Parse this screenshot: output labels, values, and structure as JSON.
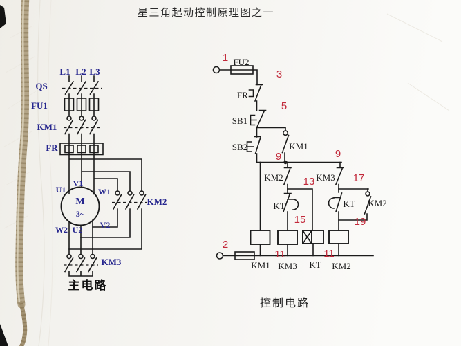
{
  "title": "星三角起动控制原理图之一",
  "main_circuit": {
    "caption": "主电路",
    "phase_labels": [
      "L1",
      "L2",
      "L3"
    ],
    "switch_label": "QS",
    "fuse_label": "FU1",
    "contactor_main_label": "KM1",
    "thermal_relay_label": "FR",
    "motor_letter": "M",
    "motor_phase": "3~",
    "terminal_u1": "U1",
    "terminal_v1": "V1",
    "terminal_w1": "W1",
    "terminal_w2": "W2",
    "terminal_u2": "U2",
    "terminal_v2": "V2",
    "contactor_delta_label": "KM2",
    "contactor_star_label": "KM3"
  },
  "control_circuit": {
    "caption": "控制电路",
    "fuse_label": "FU2",
    "thermal_contact_label": "FR",
    "stop_button_label": "SB1",
    "start_button_label": "SB2",
    "km1_aux_label": "KM1",
    "km2_nc_label": "KM2",
    "km3_nc_label": "KM3",
    "kt_nc_label": "KT",
    "kt_no_label": "KT",
    "km2_no_label": "KM2",
    "coil_labels": [
      "KM1",
      "KM3",
      "KT",
      "KM2"
    ],
    "wire_numbers": {
      "n1": "1",
      "n2": "2",
      "n3": "3",
      "n5": "5",
      "n9_left": "9",
      "n9_right": "9",
      "n11_left": "11",
      "n11_right": "11",
      "n13": "13",
      "n15": "15",
      "n17": "17",
      "n19": "19"
    }
  },
  "colors": {
    "wire": "#1b1b1b",
    "label_navy": "#26268e",
    "number_red": "#c2293a",
    "paper": "#f3f2ee",
    "rope": "#b3a487"
  }
}
